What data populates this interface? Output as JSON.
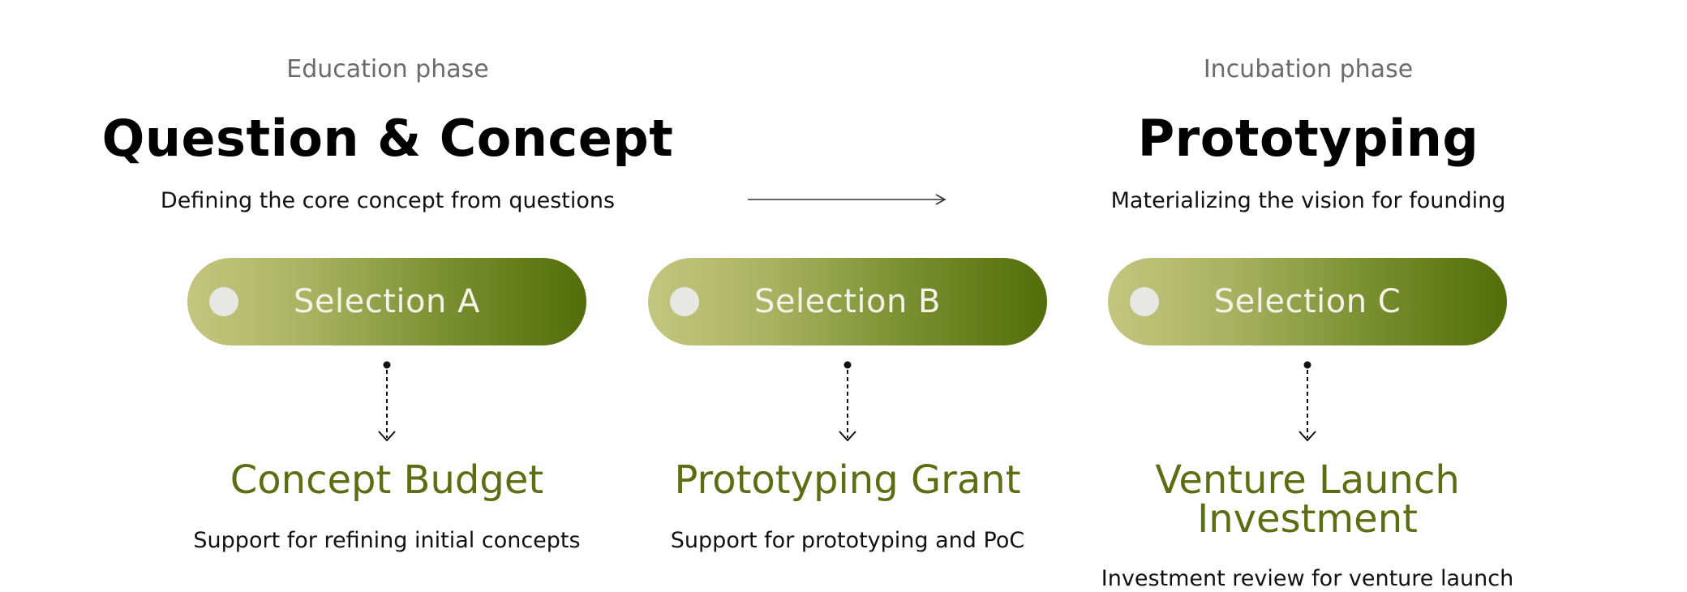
{
  "phases": [
    {
      "label": "Education phase",
      "title": "Question & Concept",
      "description": "Defining the core concept from questions"
    },
    {
      "label": "Incubation phase",
      "title": "Prototyping",
      "description": "Materializing the vision for founding"
    }
  ],
  "selections": [
    {
      "label": "Selection A"
    },
    {
      "label": "Selection B"
    },
    {
      "label": "Selection C"
    }
  ],
  "funding": [
    {
      "title": "Concept Budget",
      "description": "Support for refining initial concepts"
    },
    {
      "title": "Prototyping Grant",
      "description": "Support for prototyping and PoC"
    },
    {
      "title_line1": "Venture Launch",
      "title_line2": "Investment",
      "description": "Investment review for venture launch"
    }
  ],
  "colors": {
    "accent_dark": "#526d0a",
    "accent_light": "#c4c67f",
    "funding_title": "#5c6e12",
    "muted_text": "#6b6b6b"
  }
}
